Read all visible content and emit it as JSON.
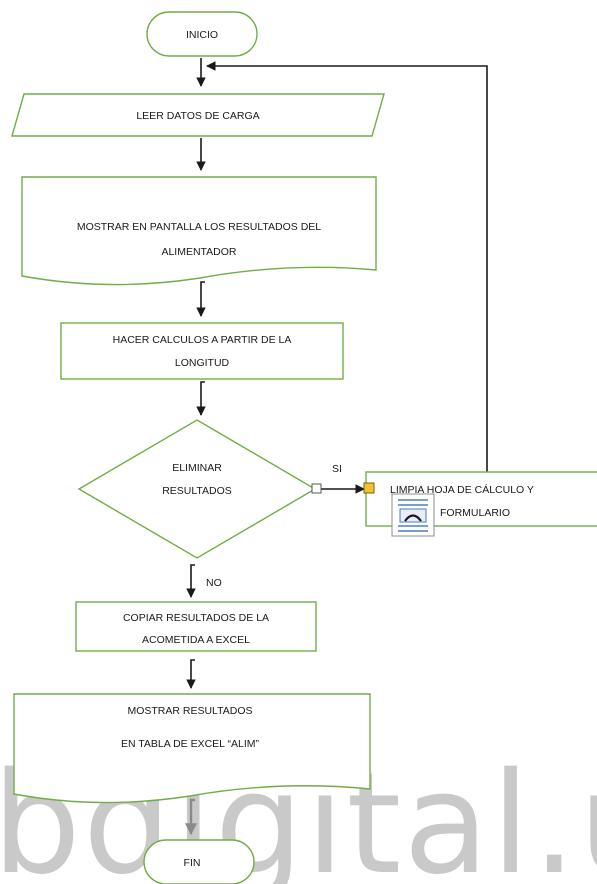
{
  "nodes": {
    "start": {
      "label": "INICIO"
    },
    "read_load": {
      "label": "LEER DATOS DE CARGA"
    },
    "show_feeder": {
      "line1": "MOSTRAR EN PANTALLA LOS RESULTADOS DEL",
      "line2": "ALIMENTADOR"
    },
    "calc_length": {
      "line1": "HACER CALCULOS A PARTIR DE LA",
      "line2": "LONGITUD"
    },
    "decision": {
      "line1": "ELIMINAR",
      "line2": "RESULTADOS"
    },
    "clear_sheet": {
      "line1": "LIMPIA HOJA DE CÁLCULO  Y",
      "line2": "FORMULARIO"
    },
    "copy_excel": {
      "line1": "COPIAR RESULTADOS DE LA",
      "line2": "ACOMETIDA A EXCEL"
    },
    "show_table": {
      "line1": "MOSTRAR RESULTADOS",
      "line2": "EN TABLA DE EXCEL “ALIM”"
    },
    "end": {
      "label": "FIN"
    }
  },
  "edges": {
    "yes_label": "SI",
    "no_label": "NO"
  },
  "watermark": {
    "text": "bdigital.u"
  },
  "colors": {
    "shape_stroke": "#70ad47",
    "connector": "#1a1a1a",
    "watermark": "#c9c9c9"
  }
}
